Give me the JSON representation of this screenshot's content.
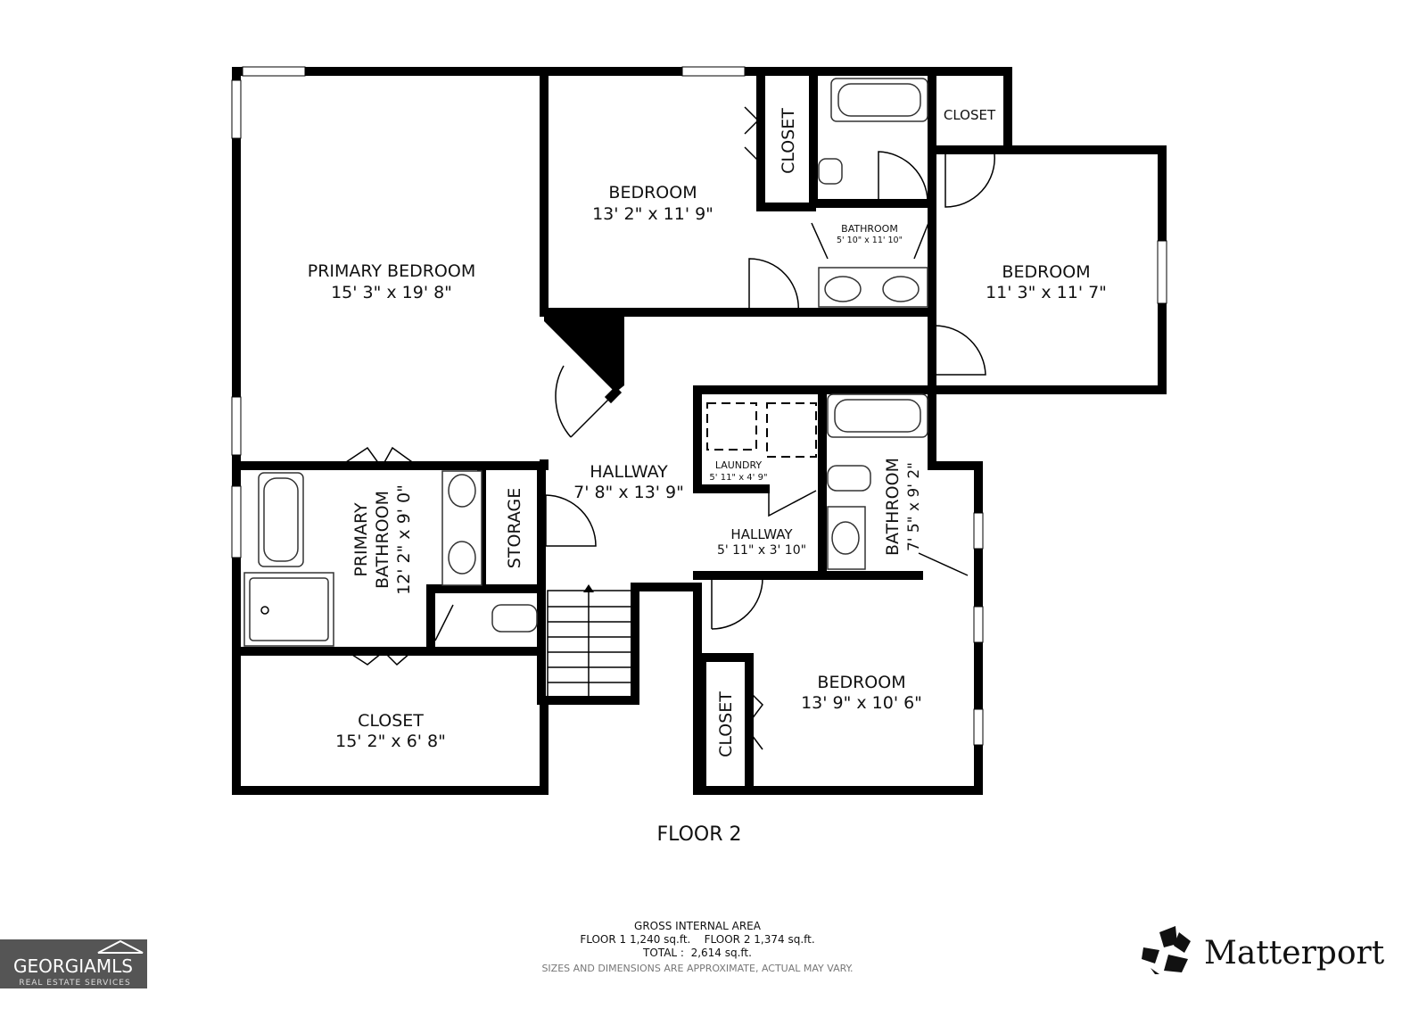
{
  "floor_title": "FLOOR 2",
  "rooms": {
    "primary_bedroom": {
      "name": "PRIMARY BEDROOM",
      "dims": "15' 3\" x 19' 8\""
    },
    "bedroom_1": {
      "name": "BEDROOM",
      "dims": "13' 2\" x 11' 9\""
    },
    "closet_1": {
      "name": "CLOSET"
    },
    "closet_2": {
      "name": "CLOSET"
    },
    "bathroom_1": {
      "name": "BATHROOM",
      "dims": "5' 10\" x 11' 10\""
    },
    "bedroom_2": {
      "name": "BEDROOM",
      "dims": "11' 3\" x 11' 7\""
    },
    "hallway": {
      "name": "HALLWAY",
      "dims": "7' 8\" x 13' 9\""
    },
    "laundry": {
      "name": "LAUNDRY",
      "dims": "5' 11\" x 4' 9\""
    },
    "hallway_2": {
      "name": "HALLWAY",
      "dims": "5' 11\" x 3' 10\""
    },
    "bathroom_2": {
      "name": "BATHROOM",
      "dims": "7' 5\" x 9' 2\""
    },
    "primary_bathroom": {
      "name1": "PRIMARY",
      "name2": "BATHROOM",
      "dims": "12' 2\" x 9' 0\""
    },
    "storage": {
      "name": "STORAGE"
    },
    "closet_3": {
      "name": "CLOSET",
      "dims": "15' 2\" x 6' 8\""
    },
    "bedroom_3": {
      "name": "BEDROOM",
      "dims": "13' 9\" x 10' 6\""
    },
    "closet_4": {
      "name": "CLOSET"
    }
  },
  "area": {
    "heading": "GROSS INTERNAL AREA",
    "floors": "FLOOR 1 1,240 sq.ft.    FLOOR 2 1,374 sq.ft.",
    "total": "TOTAL :  2,614 sq.ft.",
    "disclaimer": "SIZES AND DIMENSIONS ARE APPROXIMATE, ACTUAL MAY VARY."
  },
  "logos": {
    "georgia_mls": {
      "name": "GEORGIAMLS",
      "tagline": "REAL ESTATE SERVICES",
      "color": "#555555"
    },
    "matterport": {
      "name": "Matterport"
    }
  }
}
